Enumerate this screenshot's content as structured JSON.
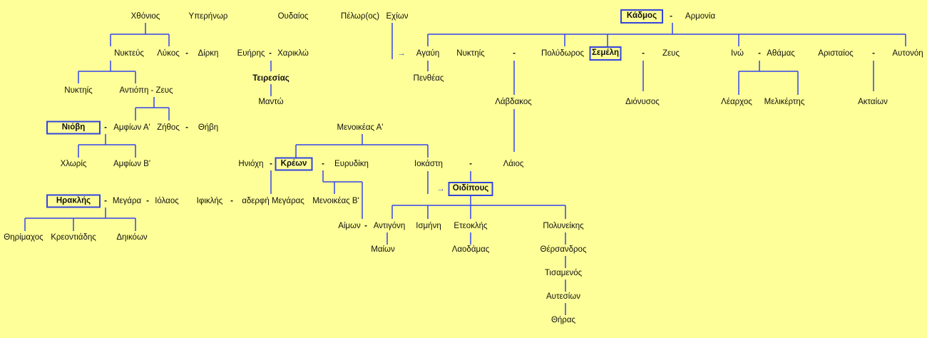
{
  "labels": [
    "Χθόνιος",
    "Υπερήνωρ",
    "Ουδαίος",
    "Πέλωρ(ος)",
    "Εχίων",
    "Κάδμος",
    "-",
    "Αρμονία",
    "Νυκτεύς",
    "Λύκος",
    "-",
    "Δίρκη",
    "Ευήρης",
    "-",
    "Χαρικλώ",
    "→",
    "Αγαύη",
    "Νυκτηίς",
    "-",
    "Πολύδωρος",
    "Σεμέλη",
    "-",
    "Ζευς",
    "Ινώ",
    "-",
    "Αθάμας",
    "Αρισταίος",
    "-",
    "Αυτονόη",
    "Τειρεσίας",
    "Πενθέας",
    "Νυκτηίς",
    "Αντιόπη - Ζευς",
    "Μαντώ",
    "Λάβδακος",
    "Διόνυσος",
    "Λέαρχος",
    "Μελικέρτης",
    "Ακταίων",
    "Νιόβη",
    "-",
    "Αμφίων Α'",
    "Ζήθος",
    "-",
    "Θήβη",
    "Μενοικέας Α'",
    "Χλωρίς",
    "Αμφίων Β'",
    "Ηνιόχη",
    "-",
    "Κρέων",
    "-",
    "Ευρυδίκη",
    "Ιοκάστη",
    "-",
    "Λάιος",
    "→",
    "Οιδίπους",
    "Ηρακλής",
    "-",
    "Μεγάρα",
    "-",
    "Ιόλαος",
    "Ιφικλής",
    "-",
    "αδερφή Μεγάρας",
    "Μενοικέας Β'",
    "Αίμων",
    "-",
    "Αντιγόνη",
    "Ισμήνη",
    "Ετεοκλής",
    "Πολυνείκης",
    "Θηρίμαχος",
    "Κρεοντιάδης",
    "Δηικόων",
    "Μαίων",
    "Λαοδάμας",
    "Θέρσανδρος",
    "Τισαμενός",
    "Αυτεσίων",
    "Θήρας"
  ],
  "colors": {
    "background": "#ffff99",
    "lines": "#3344ee"
  }
}
